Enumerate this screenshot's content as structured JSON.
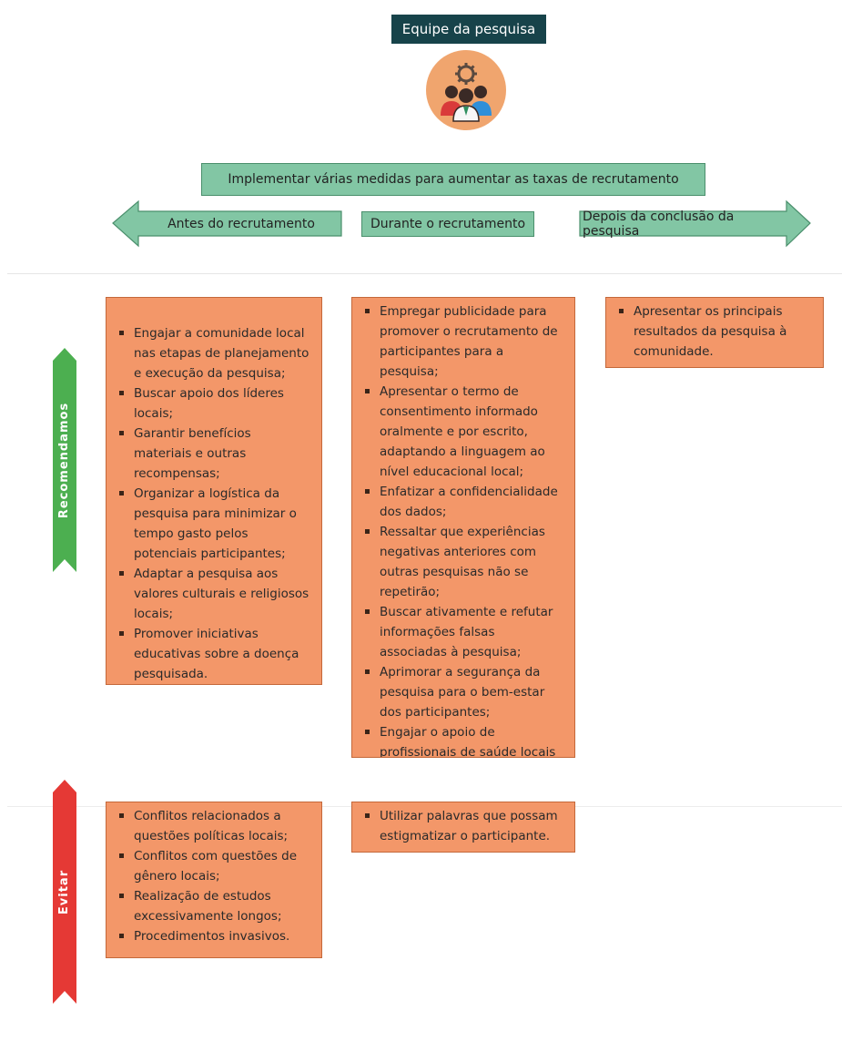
{
  "header": {
    "team_title": "Equipe da pesquisa",
    "team_icon": "team-people-gear-icon",
    "main_bar": "Implementar várias medidas para aumentar as taxas de recrutamento",
    "phases": [
      "Antes do recrutamento",
      "Durante o recrutamento",
      "Depois da conclusão da pesquisa"
    ]
  },
  "sections": {
    "recommend": {
      "label": "Recomendamos",
      "color": "#4caf50",
      "before": [
        "Engajar a comunidade local nas etapas de planejamento e execução da pesquisa;",
        "Buscar apoio dos líderes locais;",
        "Garantir benefícios materiais e outras recompensas;",
        "Organizar a logística da pesquisa para minimizar o tempo gasto pelos potenciais participantes;",
        "Adaptar a pesquisa aos valores culturais e religiosos locais;",
        "Promover iniciativas educativas sobre a doença pesquisada."
      ],
      "during": [
        "Empregar publicidade para promover o recrutamento de participantes para a pesquisa;",
        "Apresentar o termo de consentimento informado oralmente e por escrito, adaptando a linguagem ao nível educacional local;",
        "Enfatizar a confidencialidade dos dados;",
        "Ressaltar que experiências negativas anteriores com outras pesquisas não se repetirão;",
        "Buscar ativamente e refutar informações falsas associadas à pesquisa;",
        "Aprimorar a segurança da pesquisa para o bem-estar dos participantes;",
        "Engajar o apoio de profissionais de saúde locais durante o"
      ],
      "after": [
        "Apresentar os principais resultados da pesquisa à comunidade."
      ]
    },
    "avoid": {
      "label": "Evitar",
      "color": "#e53935",
      "before": [
        "Conflitos relacionados a questões políticas locais;",
        "Conflitos com questões de gênero locais;",
        "Realização de estudos excessivamente longos;",
        "Procedimentos invasivos."
      ],
      "during": [
        "Utilizar palavras que possam estigmatizar o participante."
      ]
    }
  },
  "colors": {
    "dark_teal": "#17434a",
    "green_box": "#82c6a4",
    "orange_box": "#f39769",
    "circle": "#f0a56e"
  }
}
